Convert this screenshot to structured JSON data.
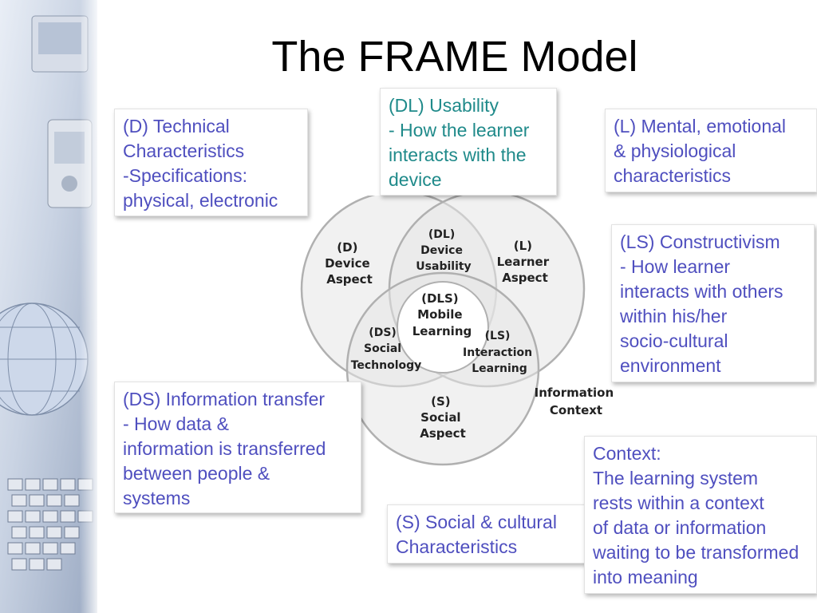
{
  "title": "The FRAME Model",
  "colors": {
    "teal_text": "#1f8a8a",
    "purple_text": "#4f4fbf",
    "circle_fill": "#e6e6e6",
    "circle_stroke": "#b0b0b0"
  },
  "boxes": {
    "technical": [
      "(D) Technical",
      "Characteristics",
      "-Specifications:",
      "physical, electronic"
    ],
    "usability": [
      "(DL) Usability",
      "- How the learner",
      "interacts with the",
      "device"
    ],
    "mental": [
      "(L) Mental, emotional",
      "& physiological",
      "characteristics"
    ],
    "constructivism": [
      "(LS) Constructivism",
      "- How learner",
      "interacts with others",
      "within his/her",
      "socio-cultural",
      "environment"
    ],
    "info_transfer": [
      "(DS) Information transfer",
      "- How  data &",
      "information is transferred",
      "between people &",
      "systems"
    ],
    "social_cultural": [
      "(S) Social & cultural",
      "Characteristics"
    ],
    "context": [
      "Context:",
      "The learning system",
      "rests within a context",
      "of data or information",
      "waiting to be transformed",
      "into meaning"
    ]
  },
  "diagram": {
    "device": [
      "(D)",
      "Device",
      "Aspect"
    ],
    "learner": [
      "(L)",
      "Learner",
      "Aspect"
    ],
    "social": [
      "(S)",
      "Social",
      "Aspect"
    ],
    "dl": [
      "(DL)",
      "Device",
      "Usability"
    ],
    "ds": [
      "(DS)",
      "Social",
      "Technology"
    ],
    "ls": [
      "(LS)",
      "Interaction",
      "Learning"
    ],
    "dls": [
      "(DLS)",
      "Mobile",
      "Learning"
    ],
    "info_context": [
      "Information",
      "Context"
    ]
  }
}
